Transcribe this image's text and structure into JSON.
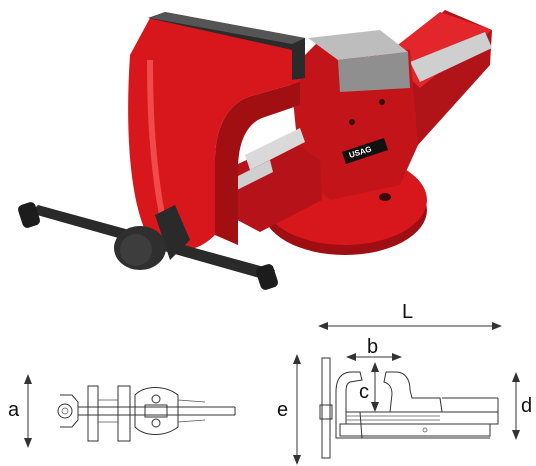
{
  "product": {
    "brand_label": "USAG",
    "colors": {
      "body_red": "#d8171c",
      "body_dark_red": "#a10f13",
      "body_highlight": "#f04a4a",
      "steel": "#c9c9c9",
      "handle": "#2a2a2a"
    }
  },
  "dimensions": {
    "length": "L",
    "jaw_opening_b": "b",
    "throat_depth_c": "c",
    "height_e": "e",
    "height_d": "d",
    "width_a": "a"
  }
}
